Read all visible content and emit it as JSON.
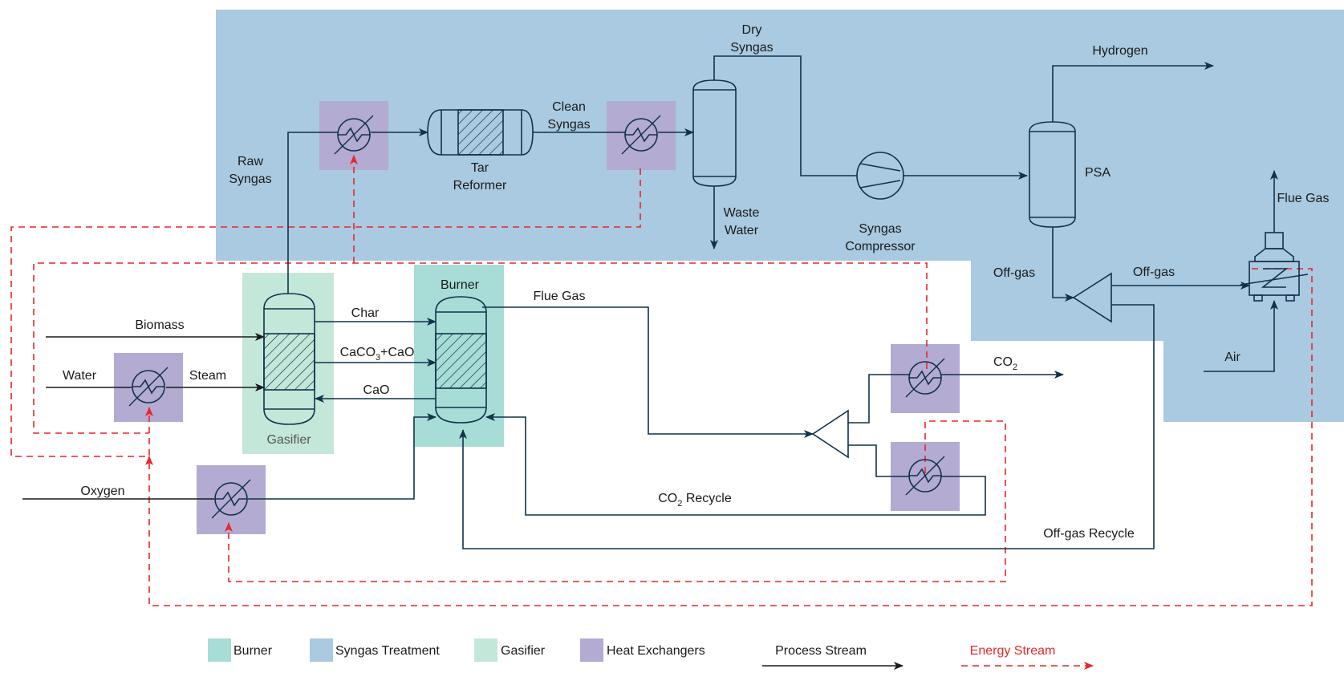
{
  "colors": {
    "burner": "#a7ddd6",
    "syngas_treatment": "#a9cae0",
    "gasifier": "#c3e8da",
    "heat_exchangers": "#b3abd2",
    "process_stream": "#1a1a1a",
    "energy_stream": "#e8262b"
  },
  "units": {
    "gasifier": "Gasifier",
    "burner": "Burner",
    "tar_reformer": [
      "Tar",
      "Reformer"
    ],
    "psa": "PSA",
    "syngas_compressor": [
      "Syngas",
      "Compressor"
    ]
  },
  "streams": {
    "raw_syngas": [
      "Raw",
      "Syngas"
    ],
    "clean_syngas": [
      "Clean",
      "Syngas"
    ],
    "dry_syngas": [
      "Dry",
      "Syngas"
    ],
    "waste_water": [
      "Waste",
      "Water"
    ],
    "hydrogen": "Hydrogen",
    "flue_gas_right": "Flue Gas",
    "off_gas_left": "Off-gas",
    "off_gas_right": "Off-gas",
    "air": "Air",
    "flue_gas_burner": "Flue Gas",
    "char": "Char",
    "caco3_cao": {
      "pre": "CaCO",
      "sub": "3",
      "post": "+CaO"
    },
    "cao": "CaO",
    "biomass": "Biomass",
    "water": "Water",
    "steam": "Steam",
    "oxygen": "Oxygen",
    "co2": {
      "pre": "CO",
      "sub": "2",
      "post": ""
    },
    "co2_recycle": {
      "pre": "CO",
      "sub": "2",
      "post": " Recycle"
    },
    "off_gas_recycle": "Off-gas Recycle"
  },
  "legend": {
    "burner": "Burner",
    "syngas_treatment": "Syngas Treatment",
    "gasifier": "Gasifier",
    "heat_exchangers": "Heat Exchangers",
    "process_stream": "Process Stream",
    "energy_stream": "Energy Stream"
  }
}
